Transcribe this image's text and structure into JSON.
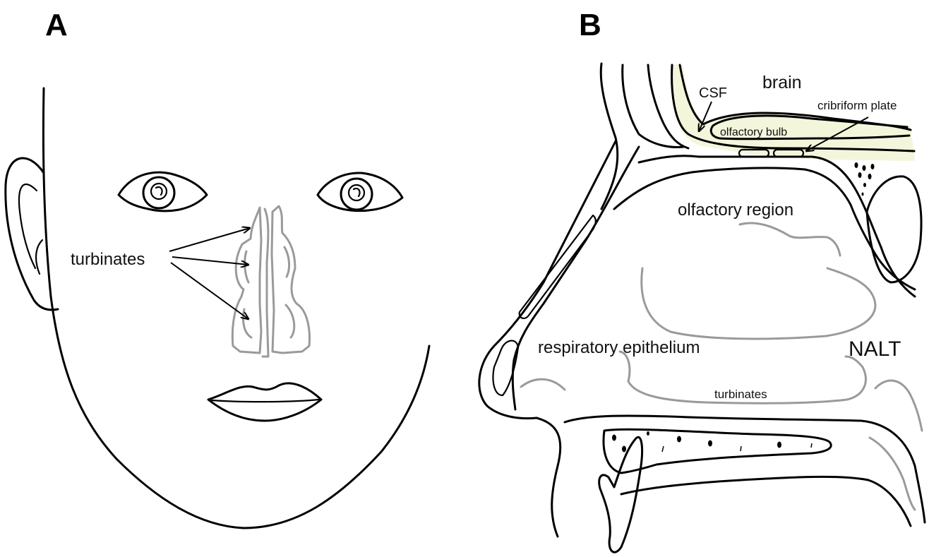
{
  "panel_a": {
    "letter": "A",
    "label_turbinates": "turbinates"
  },
  "panel_b": {
    "letter": "B",
    "label_brain": "brain",
    "label_csf": "CSF",
    "label_cribriform_plate": "cribriform plate",
    "label_olfactory_bulb": "olfactory bulb",
    "label_olfactory_region": "olfactory region",
    "label_respiratory_epithelium": "respiratory epithelium",
    "label_nalt": "NALT",
    "label_turbinates": "turbinates"
  },
  "colors": {
    "csf_fill": "#f4f6dc",
    "turbinate_grey": "#9a9a9a",
    "ink": "#000000"
  }
}
